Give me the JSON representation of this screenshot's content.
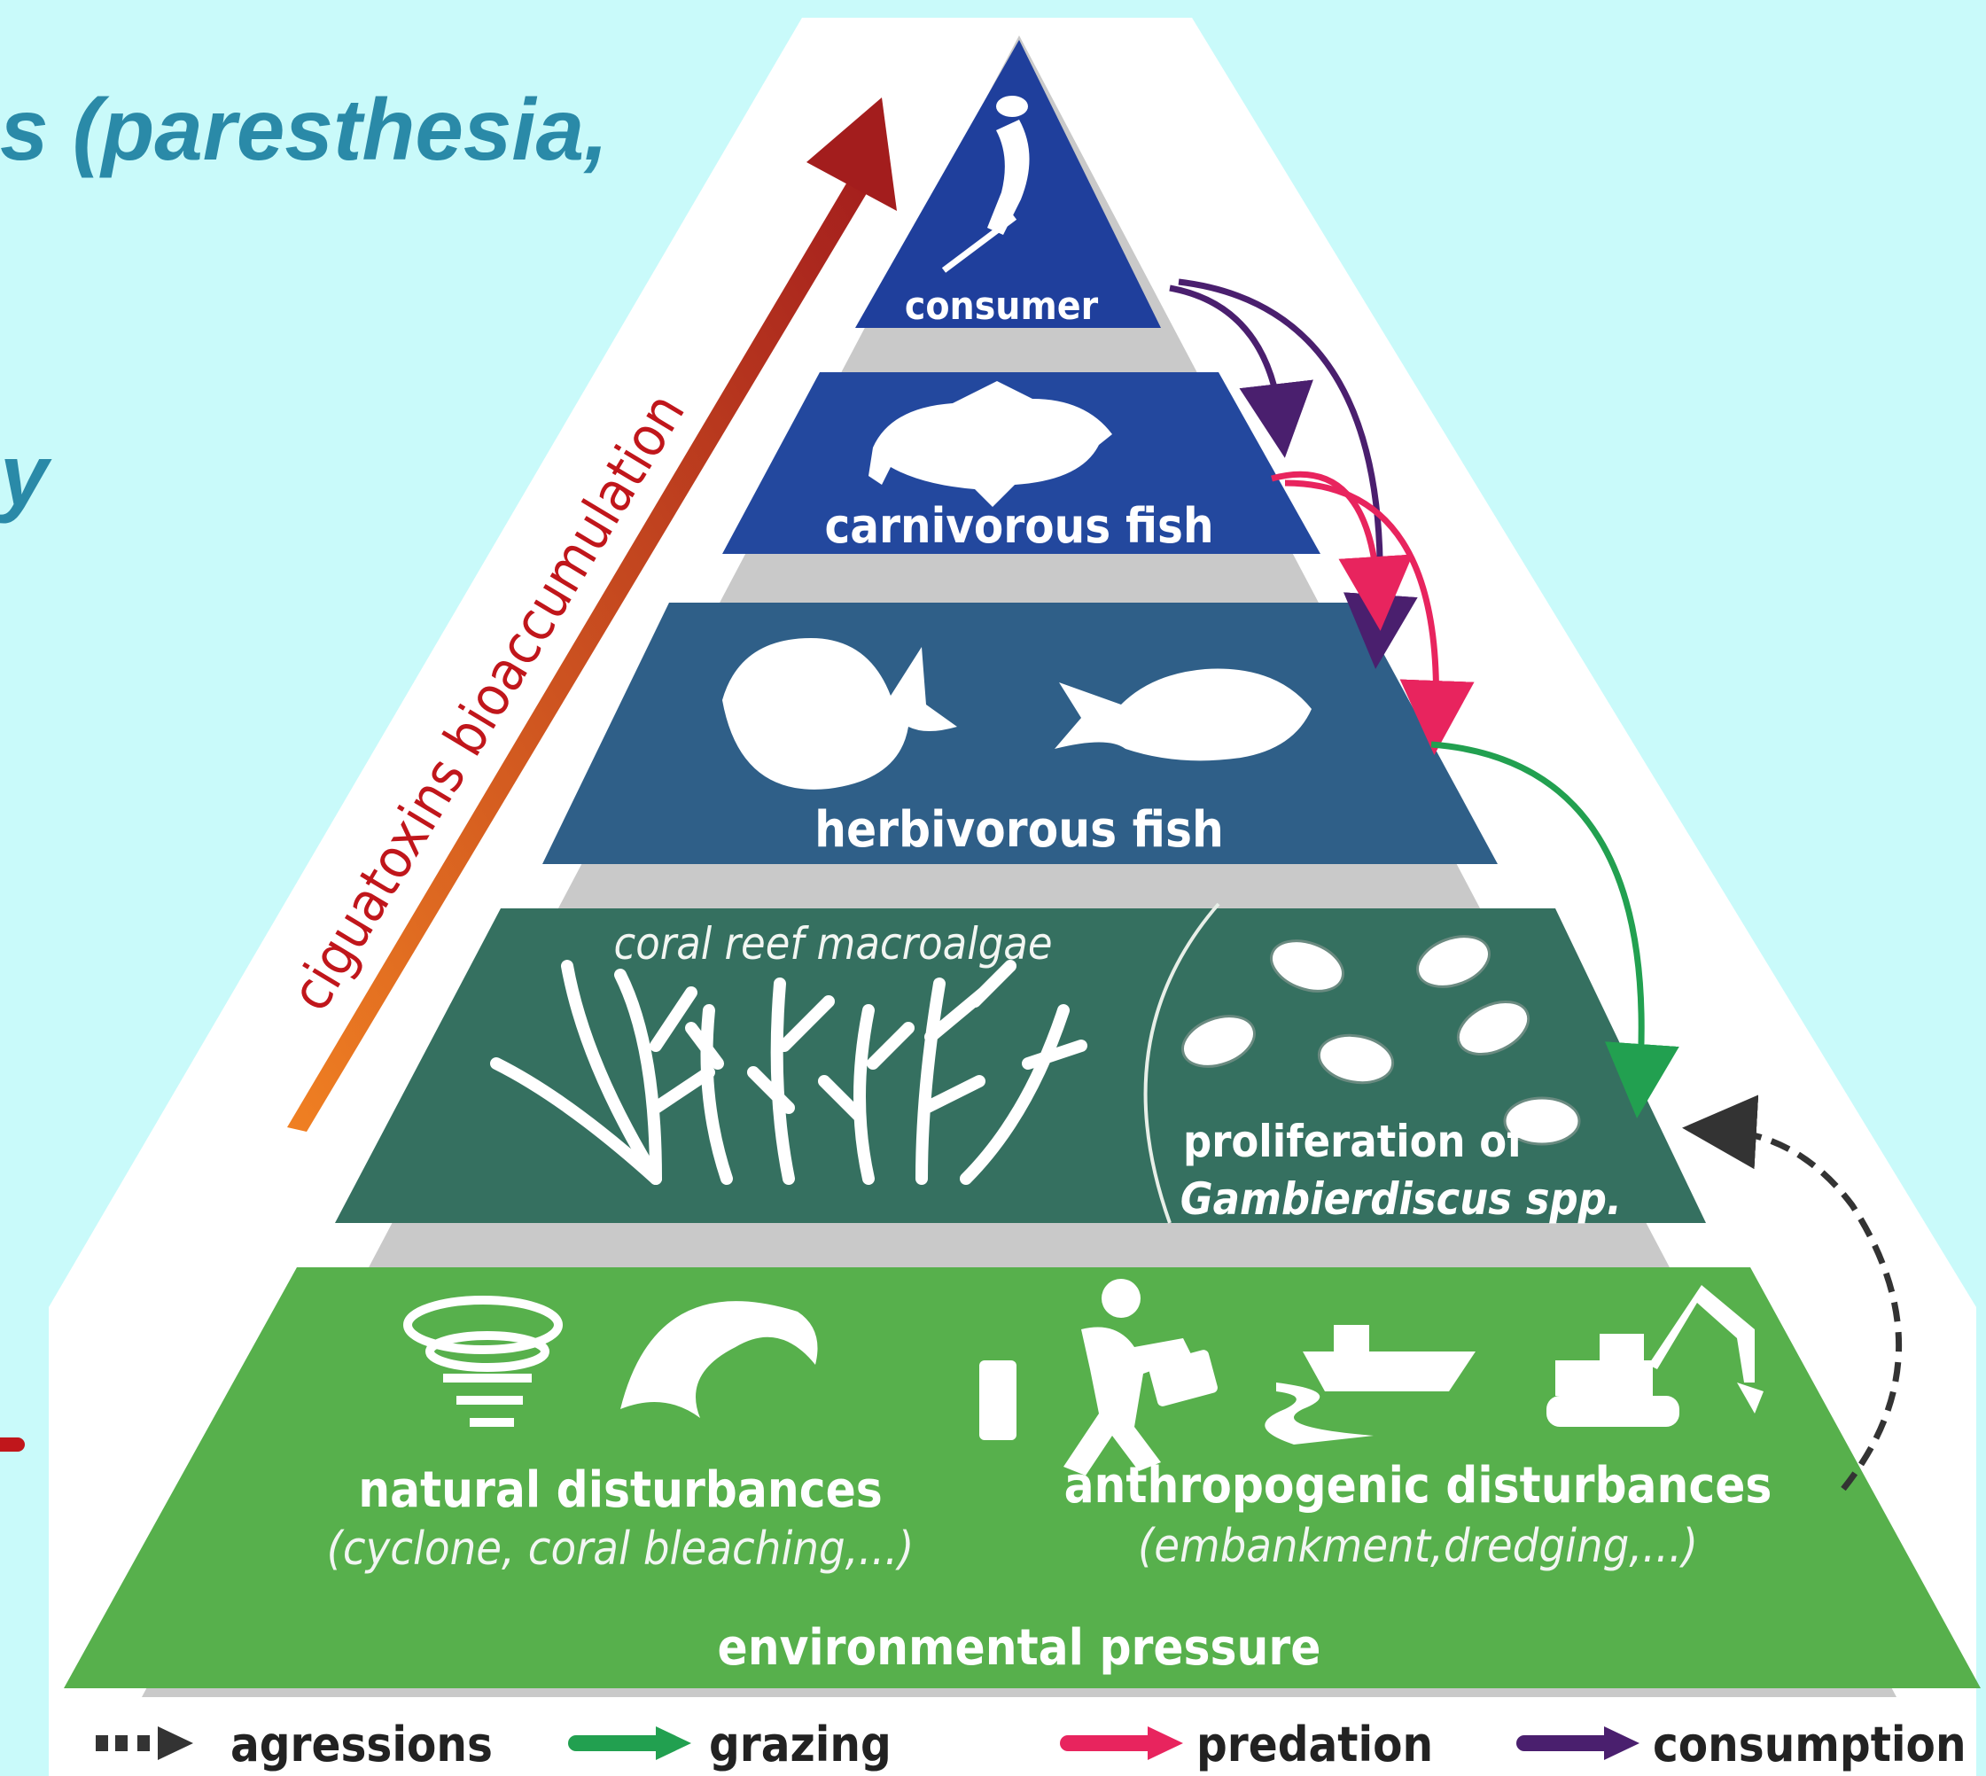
{
  "slide": {
    "text_line_1": "s  (paresthesia,",
    "text_line_2": "y"
  },
  "figure": {
    "arrow_label": "ciguatoxins bioaccumulation",
    "tiers": {
      "consumer": "consumer",
      "carnivorous_fish": "carnivorous fish",
      "herbivorous_fish": "herbivorous fish",
      "macroalgae": "coral reef macroalgae",
      "proliferation_line1": "proliferation of",
      "proliferation_line2": "Gambierdiscus spp.",
      "natural_title": "natural disturbances",
      "natural_sub": "(cyclone, coral bleaching,...)",
      "anthro_title": "anthropogenic disturbances",
      "anthro_sub": "(embankment,dredging,...)",
      "environment": "environmental pressure"
    },
    "legend": [
      {
        "label": "agressions",
        "color": "#333333"
      },
      {
        "label": "grazing",
        "color": "#22a050"
      },
      {
        "label": "predation",
        "color": "#e8245e"
      },
      {
        "label": "consumption",
        "color": "#4a1f6e"
      }
    ],
    "colors": {
      "consumer": "#1f3f9c",
      "carnivorous": "#23489e",
      "herbivorous": "#2f5f88",
      "macroalgae": "#357060",
      "environment": "#57b04c",
      "arrow_top": "#a31d1d",
      "arrow_bottom": "#f08022"
    },
    "icons": [
      "spearfisher-icon",
      "grouper-fish-icon",
      "surgeonfish-icon",
      "parrotfish-icon",
      "coral-icon",
      "dinoflagellate-icon",
      "cyclone-icon",
      "wave-icon",
      "pollution-worker-icon",
      "ship-icon",
      "excavator-icon"
    ]
  }
}
